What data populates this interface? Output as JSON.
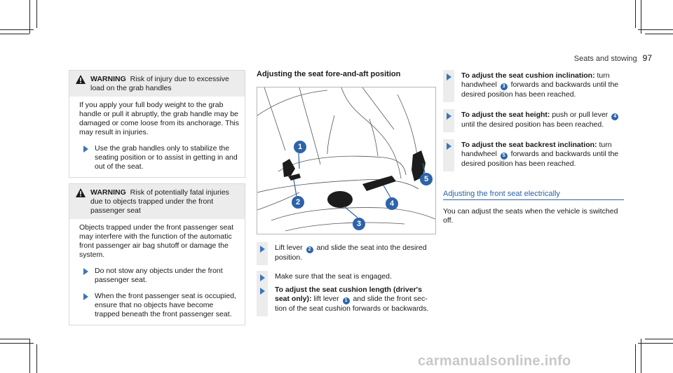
{
  "header": {
    "section": "Seats and stowing",
    "page": "97"
  },
  "warning1": {
    "label": "WARNING",
    "title": "Risk of injury due to excessive load on the grab handles",
    "body": "If you apply your full body weight to the grab handle or pull it abruptly, the grab handle may be damaged or come loose from its anchor­age. This may result in injuries.",
    "steps": [
      "Use the grab handles only to stabilize the seating position or to assist in getting in and out of the seat."
    ]
  },
  "warning2": {
    "label": "WARNING",
    "title": "Risk of potentially fatal injuries due to objects trapped under the front passenger seat",
    "body": "Objects trapped under the front passenger seat may interfere with the function of the automatic front passenger air bag shutoff or damage the system.",
    "steps": [
      "Do not stow any objects under the front passenger seat.",
      "When the front passenger seat is occu­pied, ensure that no objects have become trapped beneath the front passenger seat."
    ]
  },
  "col2": {
    "heading": "Adjusting the seat fore-and-aft position",
    "callouts": [
      "1",
      "2",
      "3",
      "4",
      "5"
    ],
    "step1": {
      "pre": "Lift lever",
      "num": "2",
      "post": "and slide the seat into the desired position."
    },
    "step2": {
      "text": "Make sure that the seat is engaged."
    },
    "step3": {
      "bold": "To adjust the seat cushion length (driver's seat only):",
      "pre": "lift lever",
      "num": "1",
      "post": "and slide the front sec­tion of the seat cushion forwards or back­wards."
    }
  },
  "col3": {
    "step1": {
      "bold": "To adjust the seat cushion inclination:",
      "pre": "turn handwheel",
      "num": "3",
      "post": "forwards and backwards until the desired position has been reached."
    },
    "step2": {
      "bold": "To adjust the seat height:",
      "pre": "push or pull lever",
      "num": "4",
      "post": "until the desired position has been reached."
    },
    "step3": {
      "bold": "To adjust the seat backrest inclination:",
      "pre": "turn handwheel",
      "num": "5",
      "post": "forwards and backwards until the desired position has been reached."
    },
    "section_title": "Adjusting the front seat electrically",
    "para": "You can adjust the seats when the vehicle is switched off."
  },
  "watermark": "carmanualsonline.info"
}
